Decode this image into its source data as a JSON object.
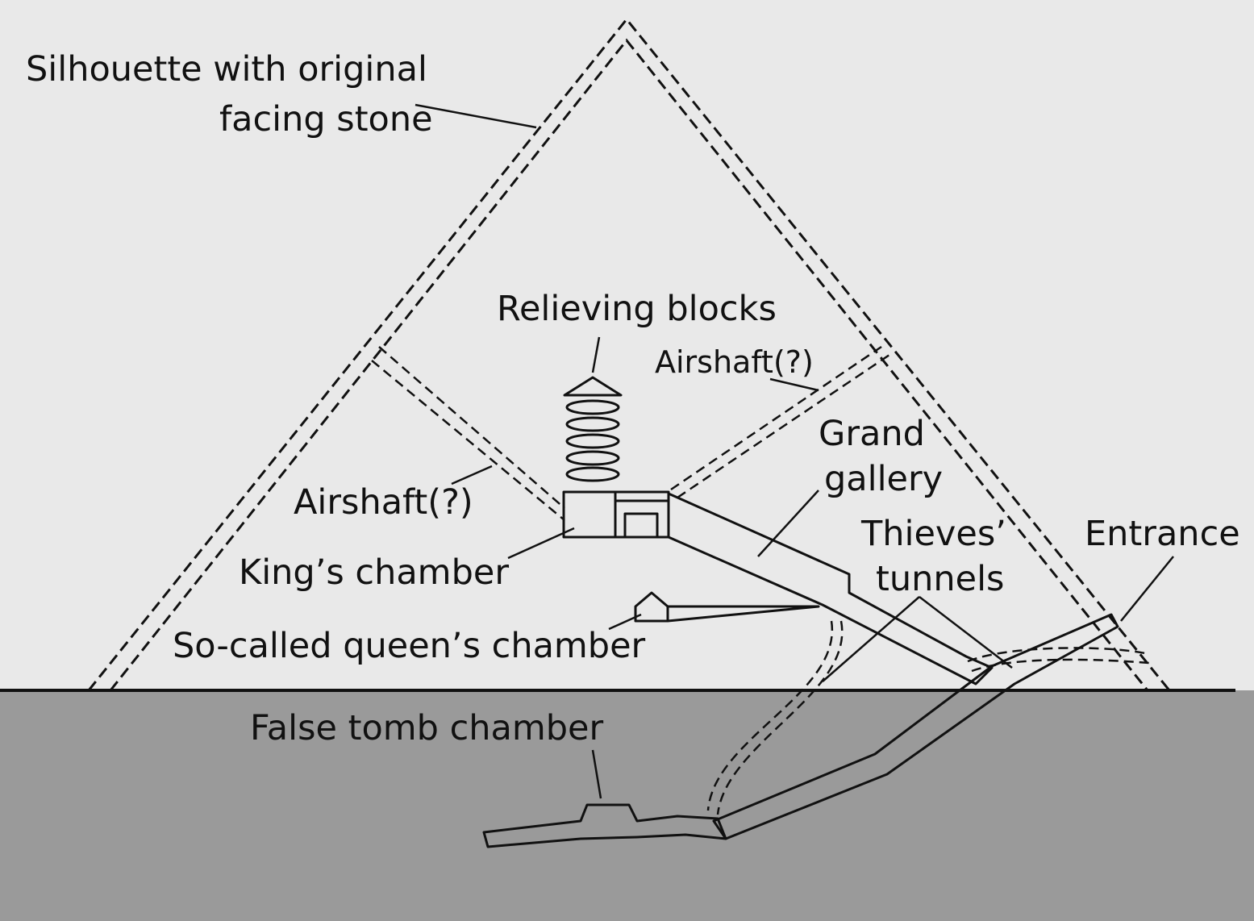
{
  "labels": {
    "silhouette_line1": "Silhouette with original",
    "silhouette_line2": "facing stone",
    "relieving_blocks": "Relieving blocks",
    "airshaft_right": "Airshaft(?)",
    "airshaft_left": "Airshaft(?)",
    "grand_gallery_line1": "Grand",
    "grand_gallery_line2": "gallery",
    "kings_chamber": "King’s chamber",
    "thieves_line1": "Thieves’",
    "thieves_line2": "tunnels",
    "entrance": "Entrance",
    "queens_chamber": "So-called queen’s chamber",
    "false_tomb": "False tomb chamber"
  },
  "colors": {
    "background": "#e9e9e9",
    "ground": "#9a9a9a",
    "line": "#111111"
  }
}
